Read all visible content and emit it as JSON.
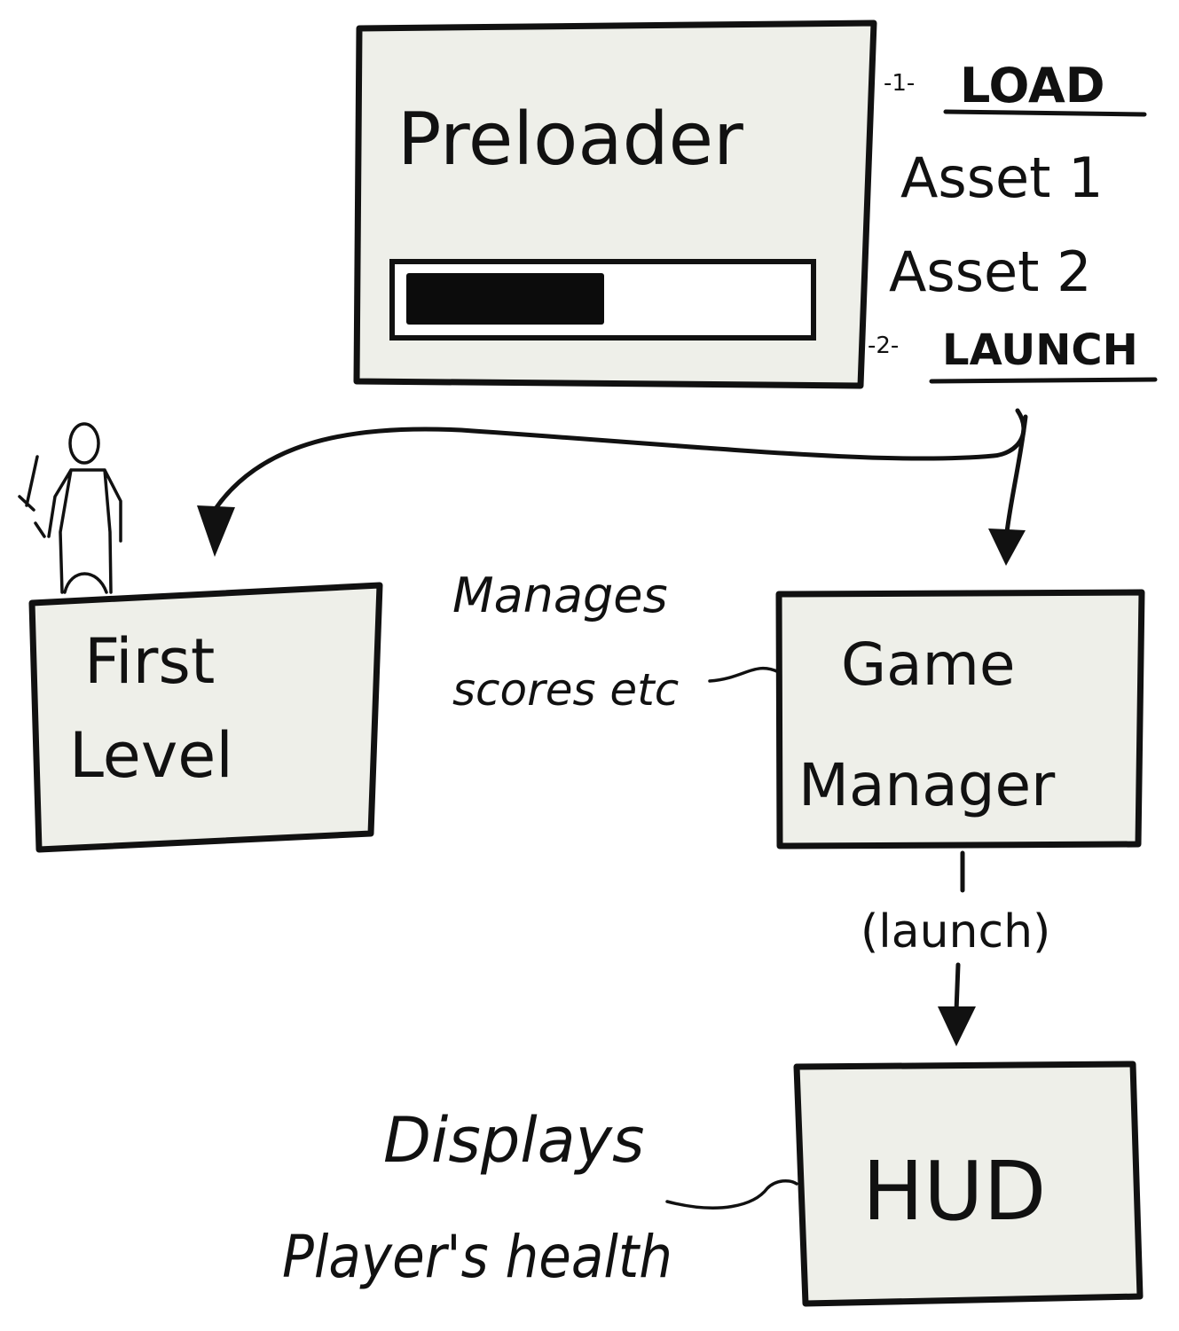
{
  "preloader": {
    "title": "Preloader",
    "progress": 0.5
  },
  "steps": {
    "step1_marker": "-1-",
    "step1_label": "LOAD",
    "asset1": "Asset 1",
    "asset2": "Asset 2",
    "step2_marker": "-2-",
    "step2_label": "LAUNCH"
  },
  "first_level": {
    "line1": "First",
    "line2": "Level"
  },
  "game_manager": {
    "line1": "Game",
    "line2": "Manager",
    "note_line1": "Manages",
    "note_line2": "scores etc",
    "launch_label": "(launch)"
  },
  "hud": {
    "title": "HUD",
    "note_line1": "Displays",
    "note_line2": "Player's health"
  },
  "colors": {
    "box_fill": "#eeefe9",
    "ink": "#111111",
    "background": "#ffffff"
  }
}
